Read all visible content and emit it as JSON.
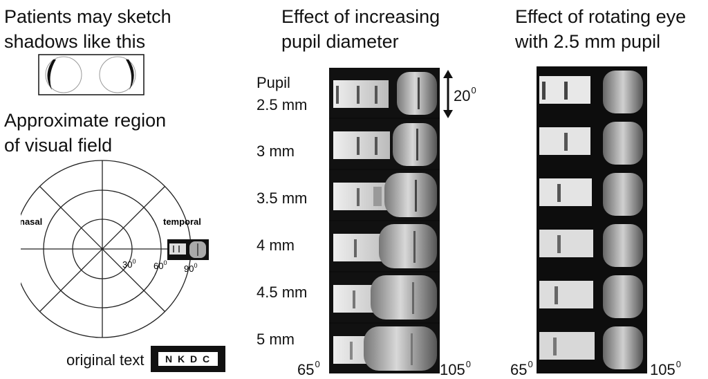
{
  "left": {
    "shadow_title_line1": "Patients may sketch",
    "shadow_title_line2": "shadows like this",
    "region_title_line1": "Approximate region",
    "region_title_line2": "of visual field",
    "nasal": "nasal",
    "temporal": "temporal",
    "ring_labels": [
      "30",
      "60",
      "90"
    ],
    "degree_superscript": "0",
    "original_text_label": "original text",
    "original_text": "N K D C"
  },
  "middle": {
    "title_line1": "Effect of increasing",
    "title_line2": "pupil diameter",
    "rows": [
      {
        "label_line1": "Pupil",
        "label_line2": "2.5 mm"
      },
      {
        "label_line1": "",
        "label_line2": "3 mm"
      },
      {
        "label_line1": "",
        "label_line2": "3.5 mm"
      },
      {
        "label_line1": "",
        "label_line2": "4 mm"
      },
      {
        "label_line1": "",
        "label_line2": "4.5 mm"
      },
      {
        "label_line1": "",
        "label_line2": "5 mm"
      }
    ],
    "scale_label": "20",
    "axis_left": "65",
    "axis_right": "105"
  },
  "right": {
    "title_line1": "Effect of rotating eye",
    "title_line2": "with 2.5 mm pupil",
    "axis_left": "65",
    "axis_right": "105"
  }
}
